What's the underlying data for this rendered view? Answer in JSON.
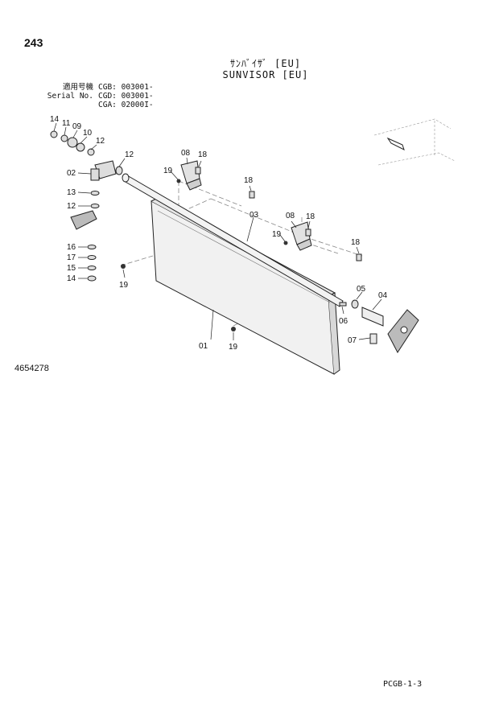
{
  "page_number": "243",
  "title_jp": "ｻﾝﾊﾞｲｻﾞ [EU]",
  "title_en": "SUNVISOR [EU]",
  "serial_rows": [
    {
      "label": "適用号機",
      "value": "CGB: 003001-"
    },
    {
      "label": "Serial No.",
      "value": "CGD: 003001-"
    },
    {
      "label": "",
      "value": "CGA: 02000I-"
    }
  ],
  "drawing_number": "4654278",
  "page_code": "PCGB-1-3",
  "callouts": {
    "c14a": "14",
    "c11": "11",
    "c09": "09",
    "c10": "10",
    "c12a": "12",
    "c12b": "12",
    "c02": "02",
    "c13": "13",
    "c12c": "12",
    "c16": "16",
    "c17": "17",
    "c15": "15",
    "c14b": "14",
    "c19a": "19",
    "c08a": "08",
    "c18a": "18",
    "c19b": "19",
    "c18b": "18",
    "c03": "03",
    "c08b": "08",
    "c18c": "18",
    "c19c": "19",
    "c18d": "18",
    "c05": "05",
    "c04": "04",
    "c06": "06",
    "c07": "07",
    "c01": "01",
    "c19d": "19"
  }
}
